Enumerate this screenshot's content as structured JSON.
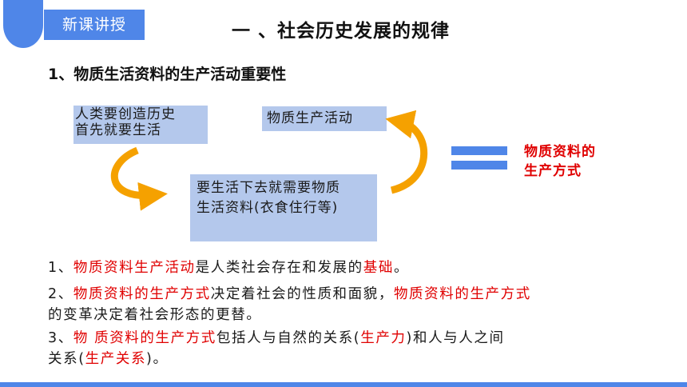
{
  "header": {
    "tag_label": "新课讲授",
    "title": "一 、社会历史发展的规律",
    "subtitle": "1、物质生活资料的生产活动重要性"
  },
  "diagram": {
    "box1_line1": "人类要创造历史",
    "box1_line2": "首先就要生活",
    "box2": "物质生产活动",
    "box3_line1": "要生活下去就需要物质",
    "box3_line2": "生活资料(衣食住行等)",
    "result_line1": "物质资料的",
    "result_line2": "生产方式"
  },
  "points": {
    "p1": {
      "prefix": "1、",
      "red1": "物质资料生产活动",
      "text1": "是人类社会存在和发展的",
      "red2": "基础",
      "text2": "。"
    },
    "p2": {
      "prefix": "2、",
      "red1": "物质资料的生产方式",
      "text1": "决定着社会的性质和面貌，",
      "red2": "物质资料的生产方式",
      "line2": "的变革决定着社会形态的更替。"
    },
    "p3": {
      "prefix": "3、",
      "red1": "物 质资料的生产方式",
      "text1": "包括人与自然的关系(",
      "red2": "生产力",
      "text2": ")和人与人之间",
      "line2_prefix": "关系(",
      "red3": "生产关系",
      "line2_suffix": ")。"
    }
  },
  "colors": {
    "accent_blue": "#4f86e8",
    "box_fill": "#b4c8ec",
    "arrow_orange": "#f5a100",
    "emphasis_red": "#e00000"
  }
}
